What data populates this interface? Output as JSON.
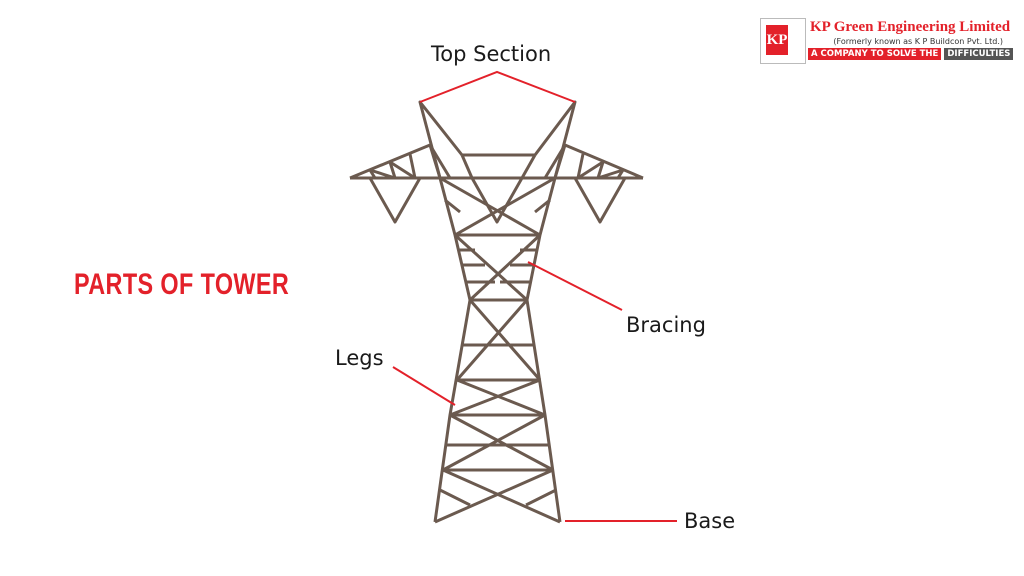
{
  "title": "PARTS OF TOWER",
  "labels": {
    "top_section": "Top Section",
    "bracing": "Bracing",
    "legs": "Legs",
    "base": "Base"
  },
  "logo": {
    "name": "KP Green Engineering Limited",
    "formerly": "(Formerly known as K P Buildcon Pvt. Ltd.)",
    "tagline_red": "A COMPANY TO SOLVE THE",
    "tagline_gray": "DIFFICULTIES",
    "mark": "KP"
  },
  "colors": {
    "tower": "#6b5a4f",
    "accent": "#e3212a",
    "tag_gray": "#555555"
  }
}
